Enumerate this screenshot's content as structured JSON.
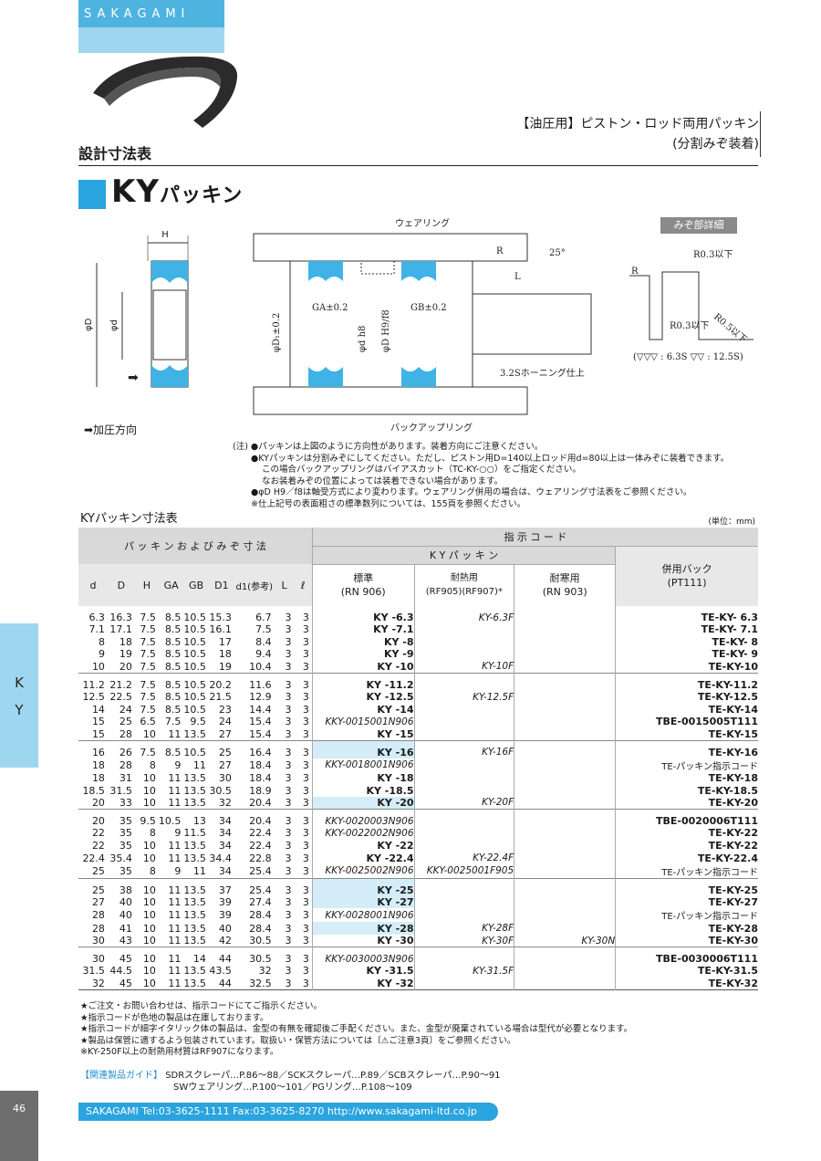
{
  "brand": "SAKAGAMI",
  "side_tab": [
    "K",
    "Y"
  ],
  "page_number": "46",
  "subtitle_line1": "【油圧用】ピストン・ロッド両用パッキン",
  "subtitle_line2": "(分割みぞ装着)",
  "section_title": "設計寸法表",
  "main_title": "KY",
  "main_title_suffix": "パッキン",
  "diagram": {
    "H": "H",
    "phiD": "φD",
    "phid": "φd",
    "wear_ring": "ウェアリング",
    "R": "R",
    "angle": "25°",
    "L": "L",
    "ga": "GA±0.2",
    "gb": "GB±0.2",
    "d1": "φD₁±0.2",
    "dh8": "φd h8",
    "dh9": "φD H9/f8",
    "honing": "3.2Sホーニング仕上",
    "backup_ring": "バックアップリング",
    "miz_detail": "みぞ部詳細",
    "r03a": "R0.3以下",
    "r03b": "R0.3以下",
    "r05": "R0.5以下",
    "legend": "(▽▽▽ : 6.3S  ▽▽ : 12.5S)"
  },
  "direction_label": "➡加圧方向",
  "notes": [
    "(注) ●パッキンは上図のように方向性があります。装着方向にご注意ください。",
    "●KYパッキンは分割みぞにしてください。ただし、ピストン用D=140以上ロッド用d=80以上は一体みぞに装着できます。",
    "この場合バックアップリングはバイアスカット（TC-KY-○○）をご指定ください。",
    "なお装着みぞの位置によっては装着できない場合があります。",
    "●φD H9／f8は軸受方式により変わります。ウェアリング併用の場合は、ウェアリング寸法表をご参照ください。",
    "※仕上記号の表面粗さの標準数列については、155頁を参照ください。"
  ],
  "table_title": "KYパッキン寸法表",
  "unit": "(単位：mm)",
  "table": {
    "group_dims": "パ ッ キ ン お よ び み ぞ 寸 法",
    "group_code": "指 示 コ ー ド",
    "group_ky": "K Y パ ッ キ ン",
    "cols": [
      "d",
      "D",
      "H",
      "GA",
      "GB",
      "D1",
      "d1(参考)",
      "L",
      "ℓ"
    ],
    "std": "標準",
    "std_sub": "(RN 906)",
    "heat": "耐熱用",
    "heat_sub": "(RF905)(RF907)*",
    "cold": "耐寒用",
    "cold_sub": "(RN 903)",
    "back": "併用バック",
    "back_sub": "(PT111)",
    "groups": [
      [
        [
          "6.3",
          "16.3",
          "7.5",
          "8.5",
          "10.5",
          "15.3",
          "6.7",
          "3",
          "3",
          "KY -6.3",
          "KY-6.3F",
          "",
          "TE-KY- 6.3"
        ],
        [
          "7.1",
          "17.1",
          "7.5",
          "8.5",
          "10.5",
          "16.1",
          "7.5",
          "3",
          "3",
          "KY -7.1",
          "",
          "",
          "TE-KY- 7.1"
        ],
        [
          "8",
          "18",
          "7.5",
          "8.5",
          "10.5",
          "17",
          "8.4",
          "3",
          "3",
          "KY -8",
          "",
          "",
          "TE-KY- 8"
        ],
        [
          "9",
          "19",
          "7.5",
          "8.5",
          "10.5",
          "18",
          "9.4",
          "3",
          "3",
          "KY -9",
          "",
          "",
          "TE-KY- 9"
        ],
        [
          "10",
          "20",
          "7.5",
          "8.5",
          "10.5",
          "19",
          "10.4",
          "3",
          "3",
          "KY -10",
          "KY-10F",
          "",
          "TE-KY-10"
        ]
      ],
      [
        [
          "11.2",
          "21.2",
          "7.5",
          "8.5",
          "10.5",
          "20.2",
          "11.6",
          "3",
          "3",
          "KY -11.2",
          "",
          "",
          "TE-KY-11.2"
        ],
        [
          "12.5",
          "22.5",
          "7.5",
          "8.5",
          "10.5",
          "21.5",
          "12.9",
          "3",
          "3",
          "KY -12.5",
          "KY-12.5F",
          "",
          "TE-KY-12.5"
        ],
        [
          "14",
          "24",
          "7.5",
          "8.5",
          "10.5",
          "23",
          "14.4",
          "3",
          "3",
          "KY -14",
          "",
          "",
          "TE-KY-14"
        ],
        [
          "15",
          "25",
          "6.5",
          "7.5",
          "9.5",
          "24",
          "15.4",
          "3",
          "3",
          "KKY-0015001N906",
          "",
          "",
          "TBE-0015005T111"
        ],
        [
          "15",
          "28",
          "10",
          "11",
          "13.5",
          "27",
          "15.4",
          "3",
          "3",
          "KY -15",
          "",
          "",
          "TE-KY-15"
        ]
      ],
      [
        [
          "16",
          "26",
          "7.5",
          "8.5",
          "10.5",
          "25",
          "16.4",
          "3",
          "3",
          "KY -16",
          "KY-16F",
          "",
          "TE-KY-16"
        ],
        [
          "18",
          "28",
          "8",
          "9",
          "11",
          "27",
          "18.4",
          "3",
          "3",
          "KKY-0018001N906",
          "",
          "",
          "TE-パッキン指示コード"
        ],
        [
          "18",
          "31",
          "10",
          "11",
          "13.5",
          "30",
          "18.4",
          "3",
          "3",
          "KY -18",
          "",
          "",
          "TE-KY-18"
        ],
        [
          "18.5",
          "31.5",
          "10",
          "11",
          "13.5",
          "30.5",
          "18.9",
          "3",
          "3",
          "KY -18.5",
          "",
          "",
          "TE-KY-18.5"
        ],
        [
          "20",
          "33",
          "10",
          "11",
          "13.5",
          "32",
          "20.4",
          "3",
          "3",
          "KY -20",
          "KY-20F",
          "",
          "TE-KY-20"
        ]
      ],
      [
        [
          "20",
          "35",
          "9.5",
          "10.5",
          "13",
          "34",
          "20.4",
          "3",
          "3",
          "KKY-0020003N906",
          "",
          "",
          "TBE-0020006T111"
        ],
        [
          "22",
          "35",
          "8",
          "9",
          "11.5",
          "34",
          "22.4",
          "3",
          "3",
          "KKY-0022002N906",
          "",
          "",
          "TE-KY-22"
        ],
        [
          "22",
          "35",
          "10",
          "11",
          "13.5",
          "34",
          "22.4",
          "3",
          "3",
          "KY -22",
          "",
          "",
          "TE-KY-22"
        ],
        [
          "22.4",
          "35.4",
          "10",
          "11",
          "13.5",
          "34.4",
          "22.8",
          "3",
          "3",
          "KY -22.4",
          "KY-22.4F",
          "",
          "TE-KY-22.4"
        ],
        [
          "25",
          "35",
          "8",
          "9",
          "11",
          "34",
          "25.4",
          "3",
          "3",
          "KKY-0025002N906",
          "KKY-0025001F905",
          "",
          "TE-パッキン指示コード"
        ]
      ],
      [
        [
          "25",
          "38",
          "10",
          "11",
          "13.5",
          "37",
          "25.4",
          "3",
          "3",
          "KY -25",
          "",
          "",
          "TE-KY-25"
        ],
        [
          "27",
          "40",
          "10",
          "11",
          "13.5",
          "39",
          "27.4",
          "3",
          "3",
          "KY -27",
          "",
          "",
          "TE-KY-27"
        ],
        [
          "28",
          "40",
          "10",
          "11",
          "13.5",
          "39",
          "28.4",
          "3",
          "3",
          "KKY-0028001N906",
          "",
          "",
          "TE-パッキン指示コード"
        ],
        [
          "28",
          "41",
          "10",
          "11",
          "13.5",
          "40",
          "28.4",
          "3",
          "3",
          "KY -28",
          "KY-28F",
          "",
          "TE-KY-28"
        ],
        [
          "30",
          "43",
          "10",
          "11",
          "13.5",
          "42",
          "30.5",
          "3",
          "3",
          "KY -30",
          "KY-30F",
          "KY-30N",
          "TE-KY-30"
        ]
      ],
      [
        [
          "30",
          "45",
          "10",
          "11",
          "14",
          "44",
          "30.5",
          "3",
          "3",
          "KKY-0030003N906",
          "",
          "",
          "TBE-0030006T111"
        ],
        [
          "31.5",
          "44.5",
          "10",
          "11",
          "13.5",
          "43.5",
          "32",
          "3",
          "3",
          "KY -31.5",
          "KY-31.5F",
          "",
          "TE-KY-31.5"
        ],
        [
          "32",
          "45",
          "10",
          "11",
          "13.5",
          "44",
          "32.5",
          "3",
          "3",
          "KY -32",
          "",
          "",
          "TE-KY-32"
        ]
      ]
    ]
  },
  "footnotes": [
    "★ご注文・お問い合わせは、指示コードにてご指示ください。",
    "★指示コードが色地の製品は在庫しております。",
    "★指示コードが細字イタリック体の製品は、金型の有無を確認後ご手配ください。また、金型が廃棄されている場合は型代が必要となります。",
    "★製品は保管に適するよう包装されています。取扱い・保管方法については〔⚠ご注意3頁〕をご参照ください。",
    "※KY-250F以上の耐熱用材質はRF907になります。"
  ],
  "related_label": "【関連製品ガイド】",
  "related_line1": "SDRスクレーパ…P.86〜88／SCKスクレーパ…P.89／SCBスクレーパ…P.90〜91",
  "related_line2": "SWウェアリング…P.100〜101／PGリング…P.108〜109",
  "contact": "SAKAGAMI  Tel:03-3625-1111 Fax:03-3625-8270  http://www.sakagami-ltd.co.jp",
  "colors": {
    "accent": "#2aa4de",
    "light": "#9fd6ef",
    "seal": "#3fb3e6",
    "stock": "#d4edf8"
  }
}
